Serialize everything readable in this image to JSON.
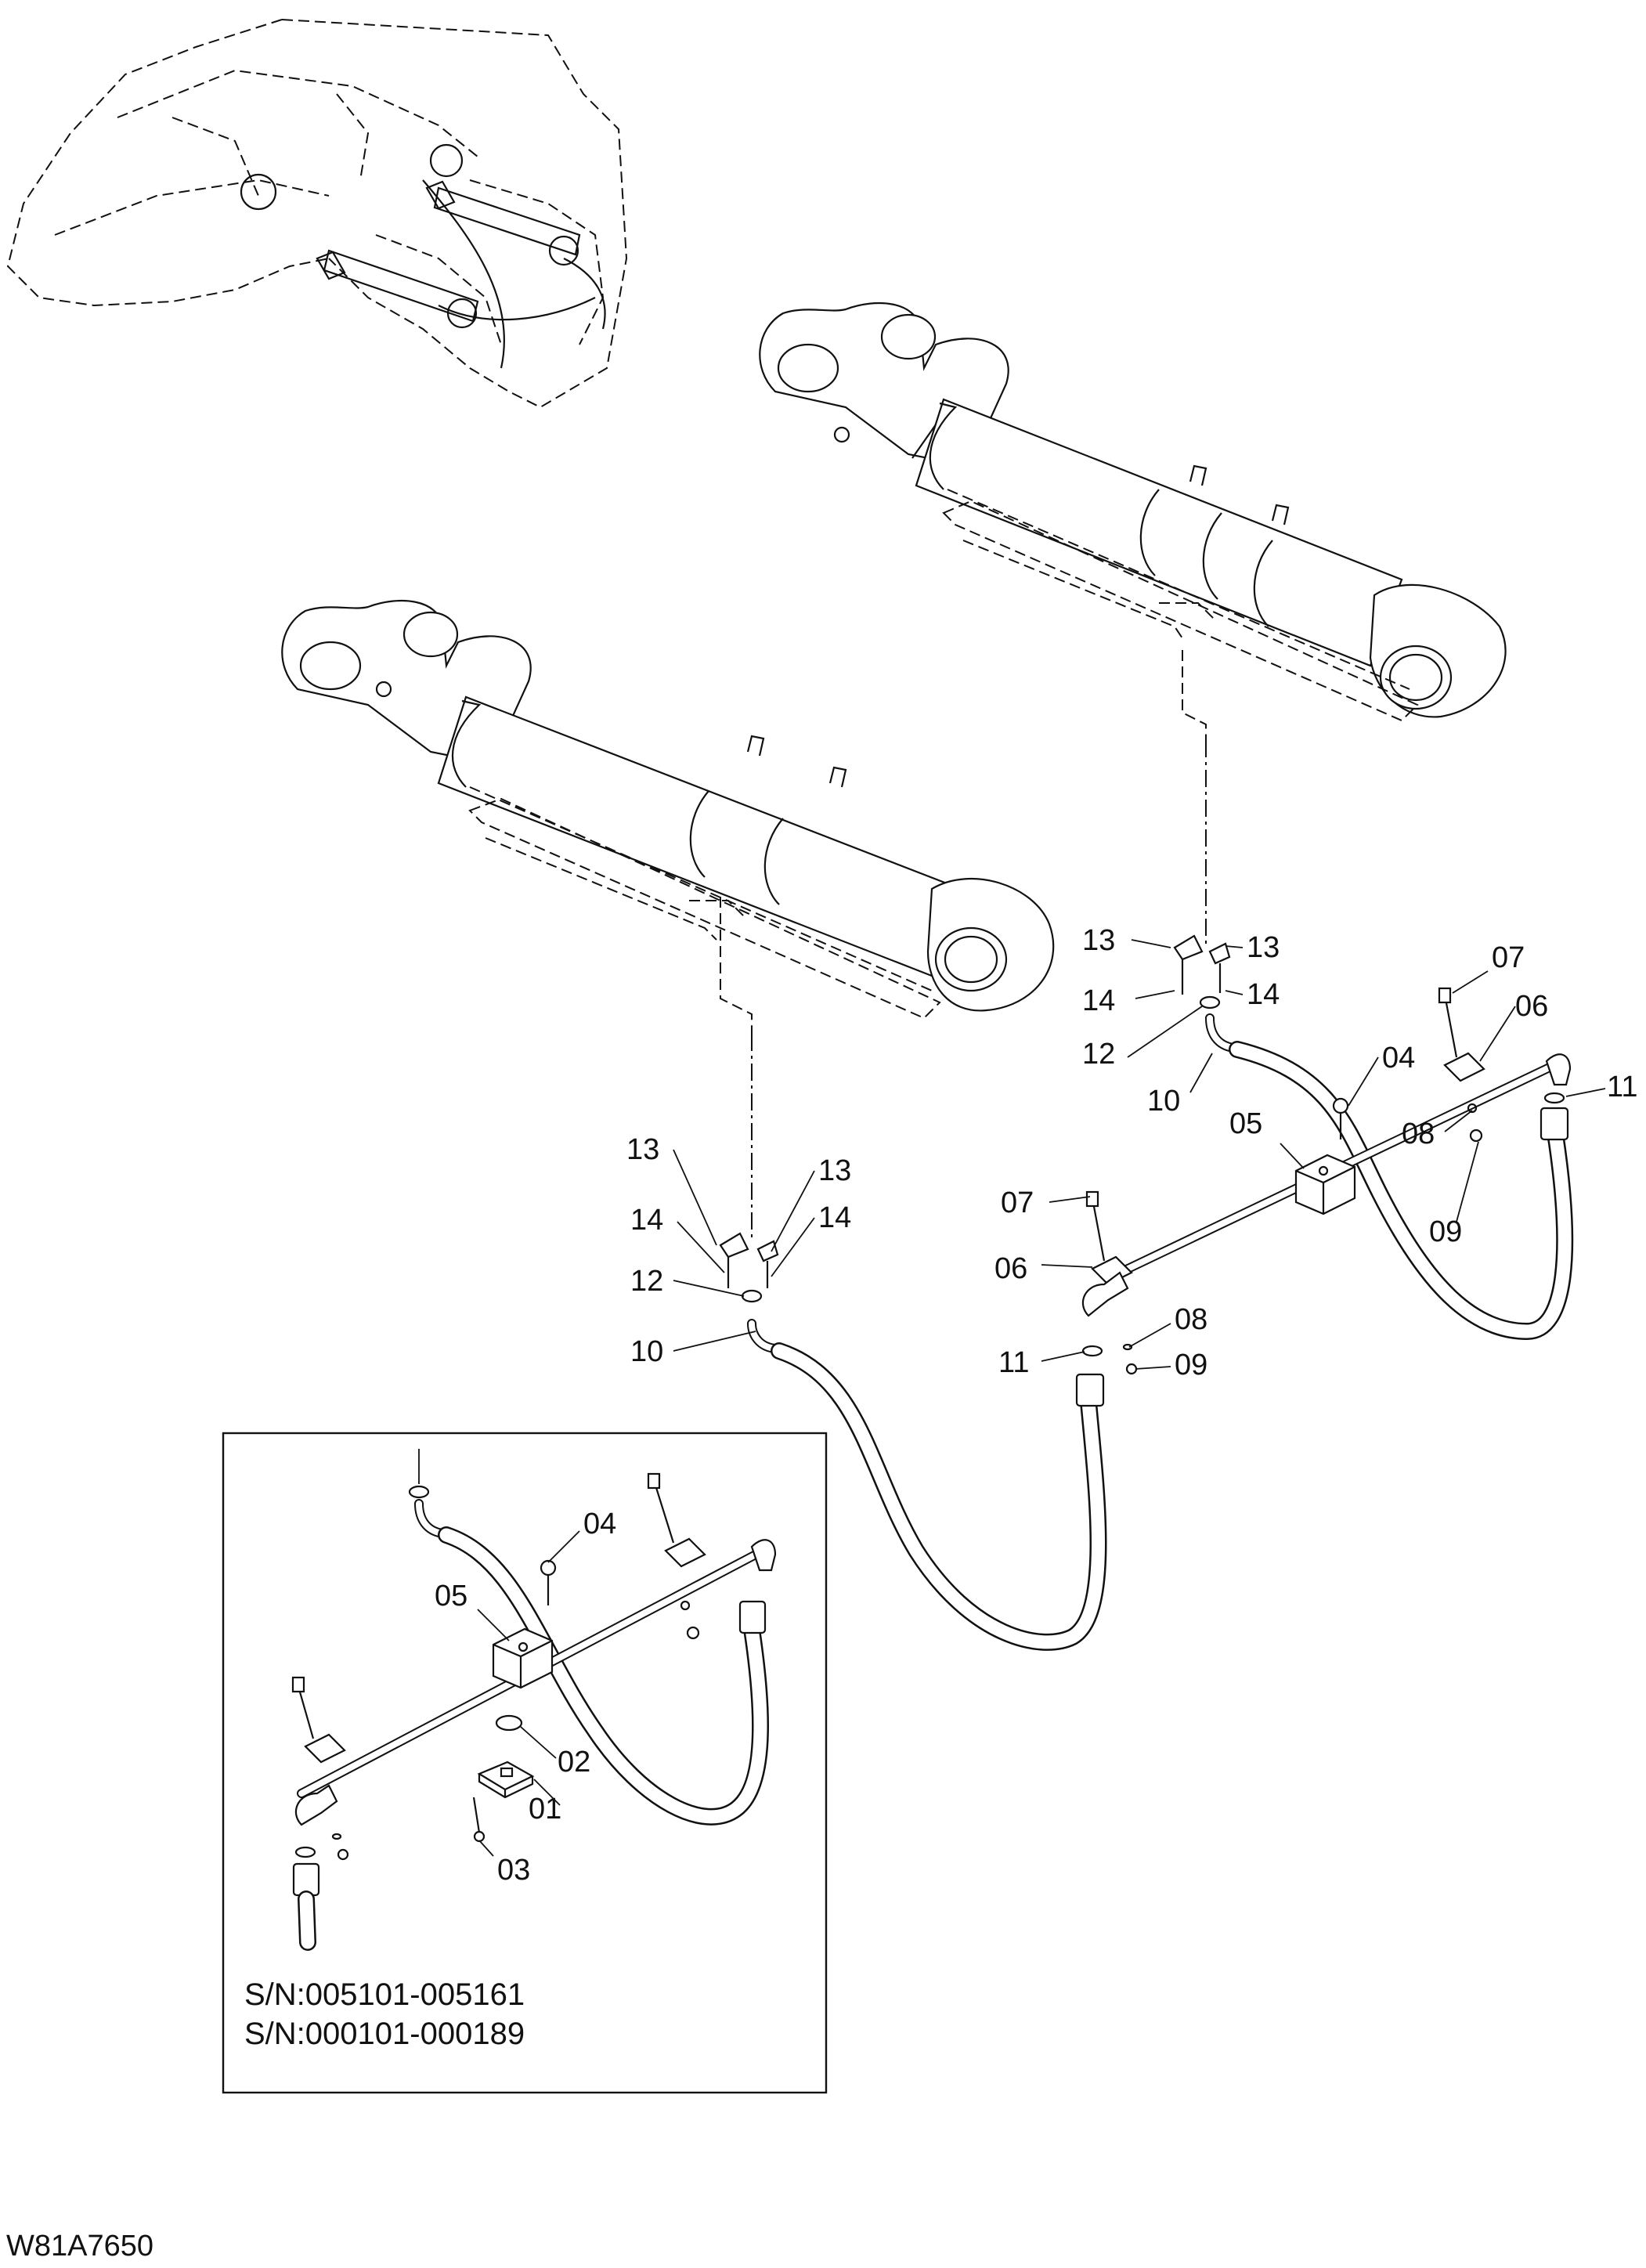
{
  "figure_id": "W81A7650",
  "serial_numbers": [
    "S/N:005101-005161",
    "S/N:000101-000189"
  ],
  "callouts": {
    "c13a": "13",
    "c13b": "13",
    "c14a": "14",
    "c14b": "14",
    "c12a": "12",
    "c10a": "10",
    "c13c": "13",
    "c13d": "13",
    "c14c": "14",
    "c14d": "14",
    "c12b": "12",
    "c10b": "10",
    "c07a": "07",
    "c06a": "06",
    "c04a": "04",
    "c11a": "11",
    "c05a": "05",
    "c08a": "08",
    "c09a": "09",
    "c07b": "07",
    "c06b": "06",
    "c08b": "08",
    "c11b": "11",
    "c09b": "09",
    "c04b": "04",
    "c05b": "05",
    "c02": "02",
    "c01": "01",
    "c03": "03"
  }
}
